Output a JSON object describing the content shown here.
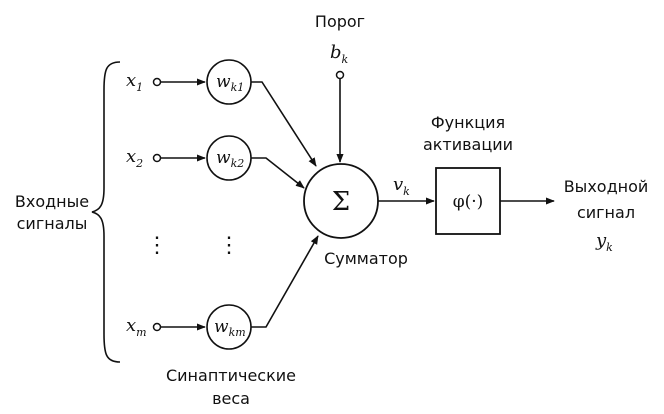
{
  "input_label": [
    "Входные",
    "сигналы"
  ],
  "inputs": [
    {
      "var": "x",
      "sub": "1",
      "weight": "w",
      "weight_sub": "k1"
    },
    {
      "var": "x",
      "sub": "2",
      "weight": "w",
      "weight_sub": "k2"
    },
    {
      "var": "x",
      "sub": "m",
      "weight": "w",
      "weight_sub": "km"
    }
  ],
  "ellipsis": "⋮",
  "threshold": {
    "label": "Порог",
    "var": "b",
    "sub": "k"
  },
  "summator": {
    "symbol": "Σ",
    "label": "Сумматор"
  },
  "induced_field": {
    "var": "v",
    "sub": "k"
  },
  "activation": {
    "label": [
      "Функция",
      "активации"
    ],
    "symbol": "φ(·)"
  },
  "output": {
    "label": [
      "Выходной",
      "сигнал"
    ],
    "var": "y",
    "sub": "k"
  },
  "weights_label": [
    "Синаптические",
    "веса"
  ]
}
